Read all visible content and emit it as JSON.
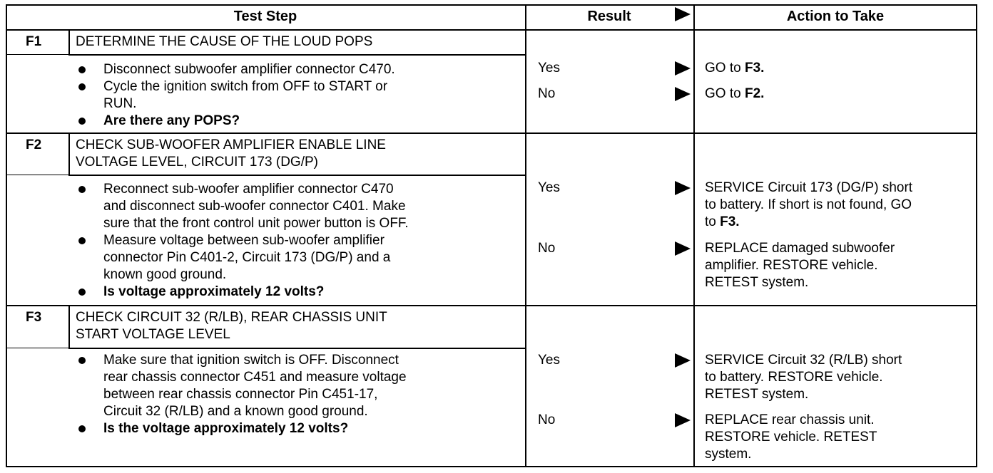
{
  "header": {
    "test_step": "Test Step",
    "result": "Result",
    "action": "Action to Take"
  },
  "steps": [
    {
      "id": "F1",
      "title": [
        "DETERMINE THE CAUSE OF THE LOUD POPS"
      ],
      "bullets": [
        {
          "lines": [
            "Disconnect subwoofer amplifier connector C470."
          ],
          "bold": false
        },
        {
          "lines": [
            "Cycle the ignition switch from OFF to START or",
            "RUN."
          ],
          "bold": false
        },
        {
          "lines": [
            "Are there any POPS?"
          ],
          "bold": true
        }
      ],
      "results": [
        {
          "result": "Yes",
          "action_lines": [
            "GO to "
          ],
          "action_bold": "F3."
        },
        {
          "result": "No",
          "action_lines": [
            "GO to "
          ],
          "action_bold": "F2."
        }
      ]
    },
    {
      "id": "F2",
      "title": [
        "CHECK SUB-WOOFER AMPLIFIER ENABLE LINE",
        "VOLTAGE LEVEL, CIRCUIT 173 (DG/P)"
      ],
      "bullets": [
        {
          "lines": [
            "Reconnect sub-woofer amplifier connector C470",
            "and disconnect sub-woofer connector C401. Make",
            "sure that the front control unit power button is OFF."
          ],
          "bold": false
        },
        {
          "lines": [
            "Measure voltage between sub-woofer amplifier",
            "connector Pin C401-2, Circuit 173 (DG/P) and a",
            "known good ground."
          ],
          "bold": false
        },
        {
          "lines": [
            "Is voltage approximately 12 volts?"
          ],
          "bold": true
        }
      ],
      "results": [
        {
          "result": "Yes",
          "action_lines": [
            "SERVICE Circuit 173 (DG/P) short",
            "to battery. If short is not found, GO",
            "to "
          ],
          "action_bold": "F3."
        },
        {
          "result": "No",
          "action_lines": [
            "REPLACE damaged subwoofer",
            "amplifier. RESTORE vehicle.",
            "RETEST system."
          ],
          "action_bold": ""
        }
      ]
    },
    {
      "id": "F3",
      "title": [
        "CHECK CIRCUIT 32 (R/LB), REAR CHASSIS UNIT",
        "START VOLTAGE LEVEL"
      ],
      "bullets": [
        {
          "lines": [
            "Make sure that ignition switch is OFF. Disconnect",
            "rear chassis connector C451 and measure voltage",
            "between rear chassis connector Pin C451-17,",
            "Circuit 32 (R/LB) and a known good ground."
          ],
          "bold": false
        },
        {
          "lines": [
            "Is the voltage approximately 12 volts?"
          ],
          "bold": true
        }
      ],
      "results": [
        {
          "result": "Yes",
          "action_lines": [
            "SERVICE Circuit 32 (R/LB) short",
            "to battery. RESTORE vehicle.",
            "RETEST system."
          ],
          "action_bold": ""
        },
        {
          "result": "No",
          "action_lines": [
            "REPLACE rear chassis unit.",
            "RESTORE vehicle. RETEST",
            "system."
          ],
          "action_bold": ""
        }
      ]
    }
  ]
}
